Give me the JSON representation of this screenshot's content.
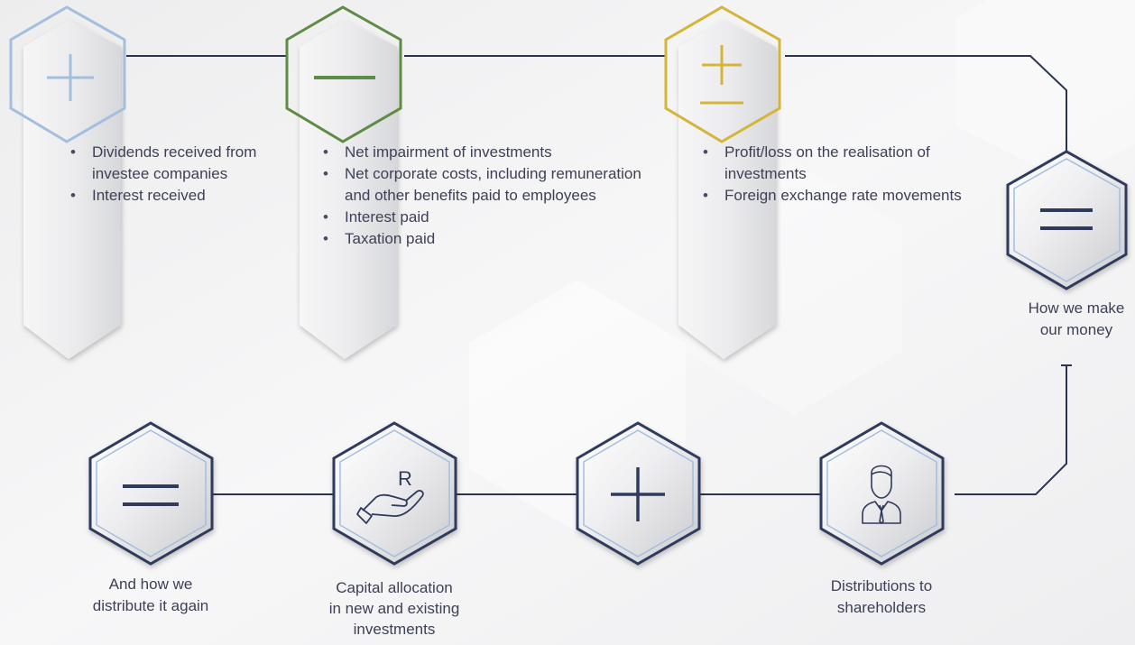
{
  "columns": [
    {
      "symbol": "plus",
      "color": "#a3bfdd",
      "items": [
        "Dividends received from investee companies",
        "Interest received"
      ]
    },
    {
      "symbol": "minus",
      "color": "#5e8b45",
      "items": [
        "Net impairment of investments",
        "Net corporate costs, including remuneration and other benefits paid to employees",
        "Interest paid",
        "Taxation paid"
      ]
    },
    {
      "symbol": "plus-minus",
      "color": "#d4b53a",
      "items": [
        "Profit/loss on the realisation of investments",
        "Foreign exchange rate movements"
      ]
    }
  ],
  "right_node": {
    "symbol": "equals",
    "label_lines": [
      "How we make",
      "our money"
    ]
  },
  "bottom_nodes": [
    {
      "symbol": "equals",
      "label_lines": [
        "And how we",
        "distribute it again"
      ]
    },
    {
      "symbol": "hand-rand",
      "glyph": "R",
      "label_lines": [
        "Capital allocation",
        "in new and existing",
        "investments"
      ]
    },
    {
      "symbol": "plus",
      "label_lines": []
    },
    {
      "symbol": "person",
      "label_lines": [
        "Distributions to",
        "shareholders"
      ]
    }
  ],
  "colors": {
    "navy": "#2f3a5c",
    "line": "#2b3350",
    "text": "#3d4057"
  }
}
